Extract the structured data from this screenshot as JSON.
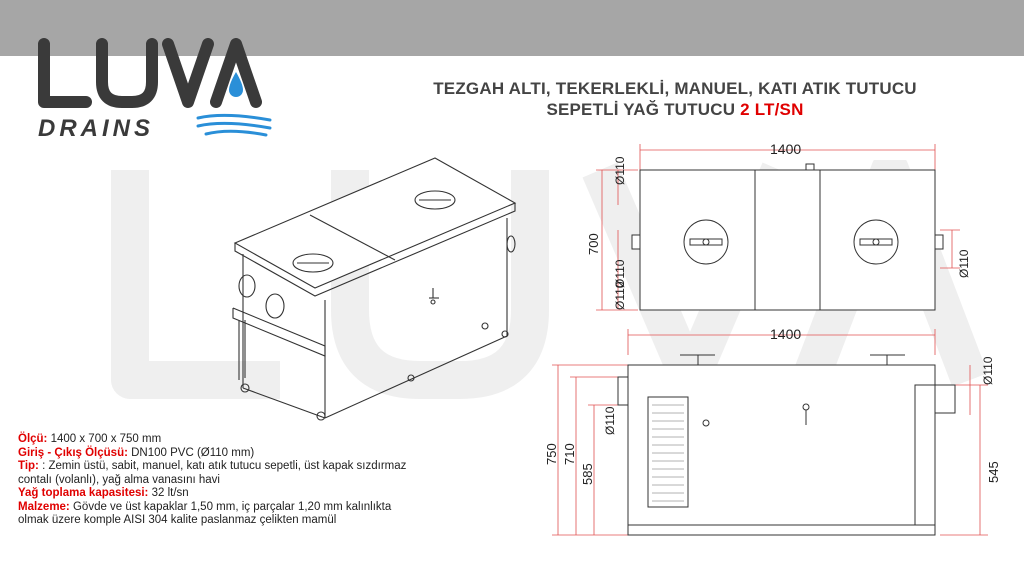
{
  "brand": {
    "name": "LUVA",
    "sub": "DRAINS"
  },
  "title": {
    "line1": "TEZGAH ALTI, TEKERLEKLİ, MANUEL, KATI ATIK TUTUCU",
    "line2": "SEPETLİ YAĞ TUTUCU",
    "accent": "2 LT/SN"
  },
  "top_view": {
    "width_label": "1400",
    "depth_label": "700",
    "pipe_labels": [
      "Ø110",
      "Ø110",
      "Ø110",
      "Ø110"
    ]
  },
  "side_view": {
    "width_label": "1400",
    "heights": [
      "750",
      "710",
      "585",
      "545"
    ],
    "pipe_labels": [
      "Ø110",
      "Ø110"
    ]
  },
  "specs": [
    {
      "label": "Ölçü:",
      "value": " 1400 x 700 x 750 mm"
    },
    {
      "label": " Giriş - Çıkış Ölçüsü:",
      "value": " DN100 PVC (Ø110 mm)"
    },
    {
      "label": "Tip:",
      "value": "   : Zemin üstü, sabit, manuel, katı atık tutucu sepetli, üst kapak sızdırmaz contalı (volanlı), yağ alma vanasını havi"
    },
    {
      "label": "Yağ toplama kapasitesi:",
      "value": "  32 lt/sn"
    },
    {
      "label": "Malzeme:",
      "value": " Gövde ve üst kapaklar 1,50 mm, iç parçalar 1,20 mm kalınlıkta olmak üzere komple AISI 304 kalite paslanmaz çelikten mamül"
    }
  ],
  "colors": {
    "accent": "#e00000",
    "dim": "#e05050",
    "topbar": "#a6a6a6",
    "logo_blue": "#2a8fd8"
  },
  "icons": [
    "water-drop-icon",
    "wave-icon"
  ]
}
